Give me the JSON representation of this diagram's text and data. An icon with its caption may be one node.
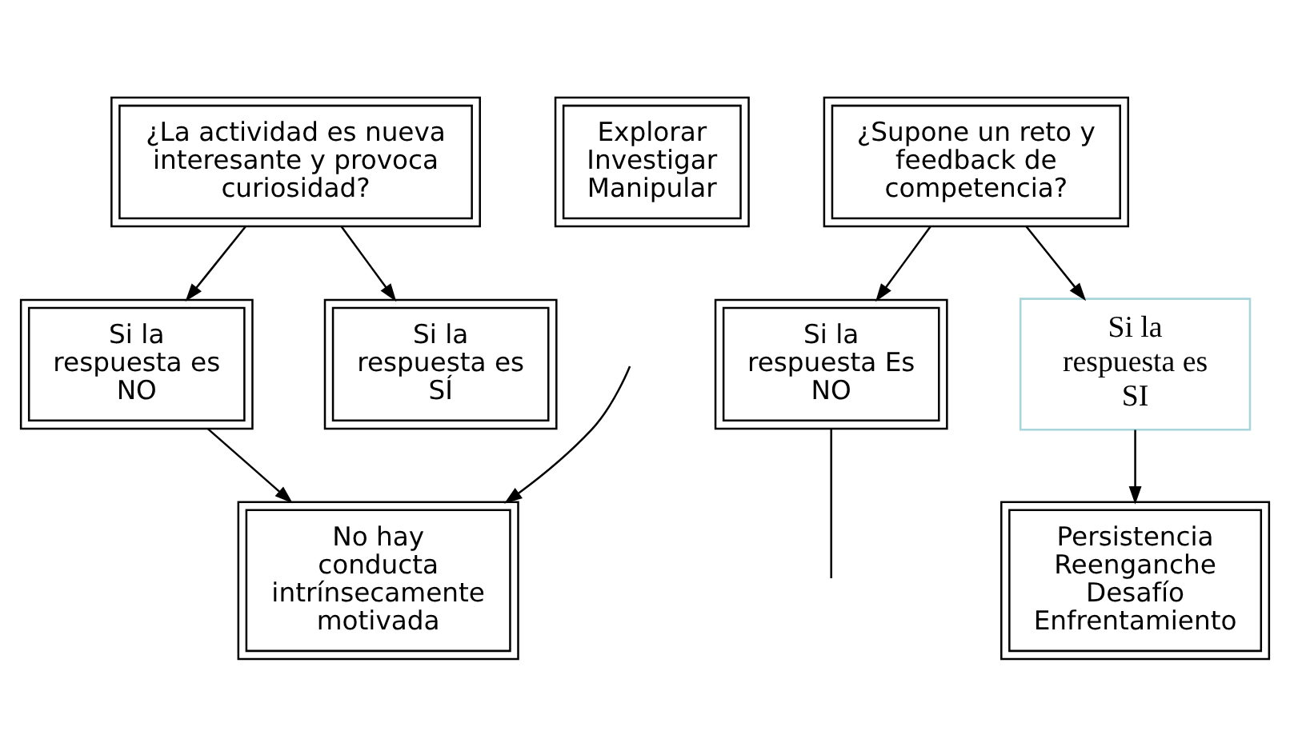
{
  "diagram": {
    "nodes": [
      {
        "text": [
          "¿La actividad es nueva interesante y provoca curiosidad?"
        ]
      },
      {
        "text": [
          "Si la respuesta es NO"
        ]
      },
      {
        "text": [
          "Si la respuesta es SÍ"
        ]
      },
      {
        "text": [
          "No hay conducta intrínsecamente motivada"
        ]
      },
      {
        "text": [
          "Explorar Investigar Manipular"
        ]
      },
      {
        "text": [
          "¿Supone un reto y feedback de competencia?"
        ]
      },
      {
        "text": [
          "Si la respuesta Es NO"
        ]
      },
      {
        "text": [
          "Si la respuesta es SI"
        ]
      },
      {
        "text": [
          "Persistencia Reenganche Desafío Enfrentamiento"
        ]
      }
    ],
    "edges": [
      {
        "from": 0,
        "to": 1,
        "arrow": "to"
      },
      {
        "from": 0,
        "to": 2,
        "arrow": "to"
      },
      {
        "from": 1,
        "to": 3,
        "arrow": "to"
      },
      {
        "from": 5,
        "to": 6,
        "arrow": "to"
      },
      {
        "from": 5,
        "to": 7,
        "arrow": "to"
      },
      {
        "from": 7,
        "to": 8,
        "arrow": "to"
      },
      {
        "from": 6,
        "to": null,
        "arrow": "none"
      },
      {
        "from": null,
        "to": 3,
        "arrow": "to"
      }
    ]
  }
}
